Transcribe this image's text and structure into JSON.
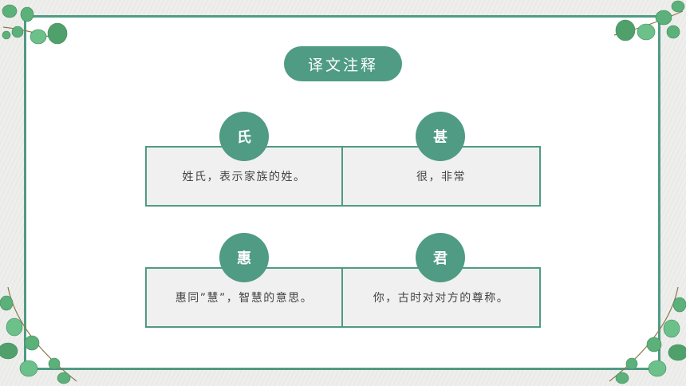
{
  "title": "译文注释",
  "notes": [
    {
      "term": "氏",
      "definition": "姓氏，表示家族的姓。"
    },
    {
      "term": "甚",
      "definition": "很，非常"
    },
    {
      "term": "惠",
      "definition": "惠同”慧”，智慧的意思。"
    },
    {
      "term": "君",
      "definition": "你，古时对对方的尊称。"
    }
  ],
  "colors": {
    "accent": "#4f9b83",
    "card_bg": "#f0f0f0",
    "leaf": "#4fae6b"
  },
  "decorations": [
    "eucalyptus-leaves-top-left",
    "eucalyptus-leaves-top-right",
    "eucalyptus-leaves-bottom-left",
    "eucalyptus-leaves-bottom-right"
  ]
}
